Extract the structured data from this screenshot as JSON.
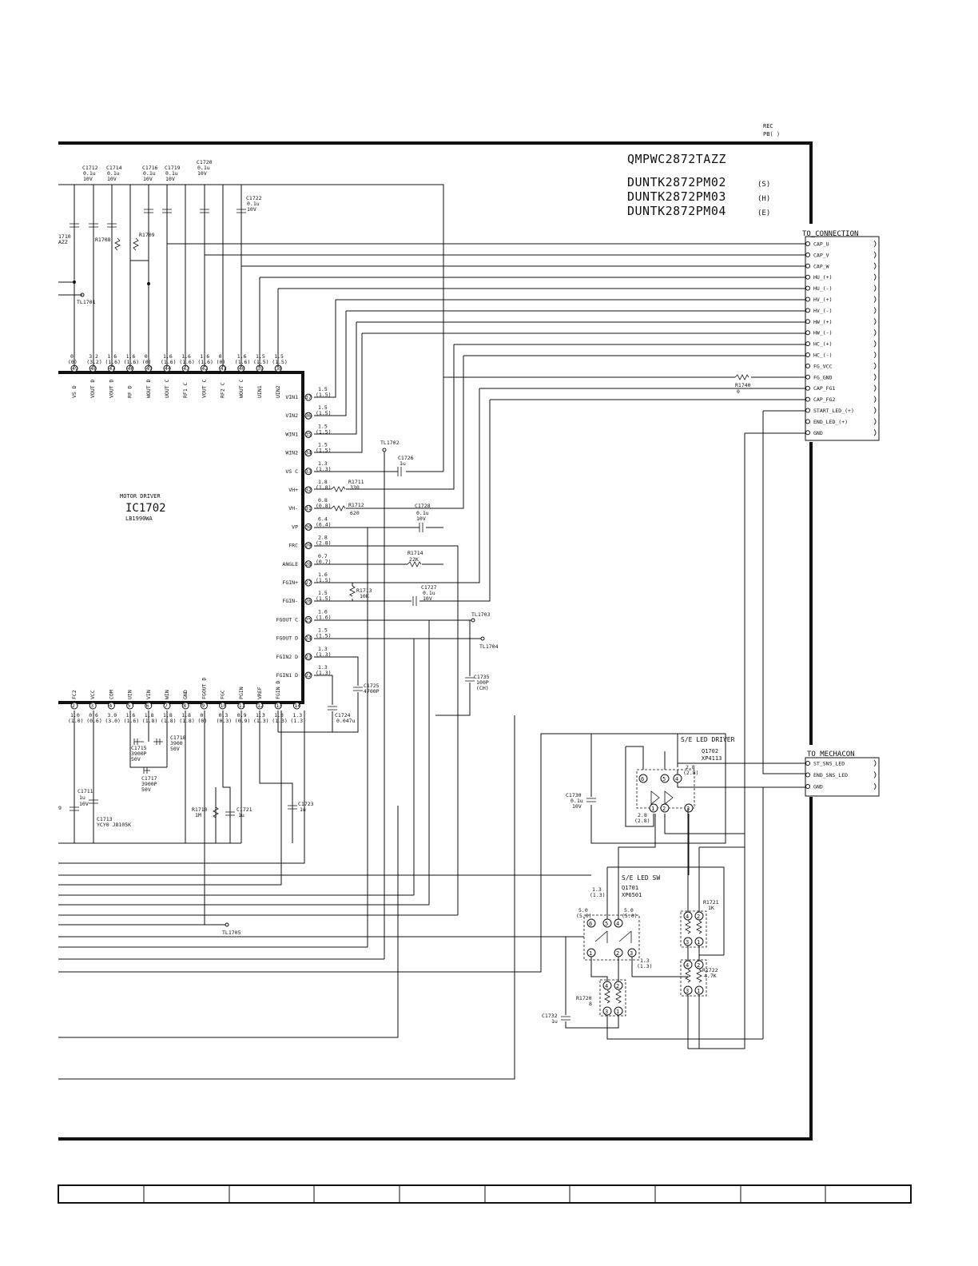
{
  "header": {
    "part_no": "QMPWC2872TAZZ",
    "variants": [
      {
        "code": "DUNTK2872PM02",
        "suffix": "(S)"
      },
      {
        "code": "DUNTK2872PM03",
        "suffix": "(H)"
      },
      {
        "code": "DUNTK2872PM04",
        "suffix": "(E)"
      }
    ],
    "rec_label": "REC",
    "pb_label": "PB( )"
  },
  "ic": {
    "title": "MOTOR DRIVER",
    "ref": "IC1702",
    "part": "LB1990WA",
    "top_pins": [
      {
        "name": "VS D",
        "v": "0",
        "v2": "(0)",
        "n": "49"
      },
      {
        "name": "VOUT D",
        "v": "3.2",
        "v2": "(3.2)",
        "n": "48"
      },
      {
        "name": "VOUT D",
        "v": "1.6",
        "v2": "(1.6)",
        "n": "47"
      },
      {
        "name": "RF D",
        "v": "1.6",
        "v2": "(1.6)",
        "n": "46"
      },
      {
        "name": "WOUT D",
        "v": "0",
        "v2": "(0)",
        "n": "45"
      },
      {
        "name": "UOUT C",
        "v": "1.6",
        "v2": "(1.6)",
        "n": "44"
      },
      {
        "name": "RF1 C",
        "v": "1.6",
        "v2": "(1.6)",
        "n": "43"
      },
      {
        "name": "VOUT C",
        "v": "1.6",
        "v2": "(1.6)",
        "n": "42"
      },
      {
        "name": "RF2 C",
        "v": "0",
        "v2": "(0)",
        "n": "41"
      },
      {
        "name": "WOUT C",
        "v": "1.6",
        "v2": "(1.6)",
        "n": "40"
      },
      {
        "name": "UIN1",
        "v": "1.5",
        "v2": "(1.5)",
        "n": "39"
      },
      {
        "name": "UIN2",
        "v": "1.5",
        "v2": "(1.5)",
        "n": "38"
      }
    ],
    "right_pins": [
      {
        "name": "VIN1",
        "v": "1.5",
        "v2": "(1.5)",
        "n": "37"
      },
      {
        "name": "VIN2",
        "v": "1.5",
        "v2": "(1.5)",
        "n": "36"
      },
      {
        "name": "WIN1",
        "v": "1.5",
        "v2": "(1.5)",
        "n": "35"
      },
      {
        "name": "WIN2",
        "v": "1.5",
        "v2": "(1.5)",
        "n": "34"
      },
      {
        "name": "VS C",
        "v": "1.3",
        "v2": "(1.3)",
        "n": "33"
      },
      {
        "name": "VH+",
        "v": "1.8",
        "v2": "(1.8)",
        "n": "32"
      },
      {
        "name": "VH-",
        "v": "0.8",
        "v2": "(0.8)",
        "n": "31"
      },
      {
        "name": "VP",
        "v": "6.4",
        "v2": "(6.4)",
        "n": "30"
      },
      {
        "name": "FRC",
        "v": "2.8",
        "v2": "(2.8)",
        "n": "29"
      },
      {
        "name": "ANGLE",
        "v": "0.7",
        "v2": "(0.7)",
        "n": "28"
      },
      {
        "name": "FGIN+",
        "v": "1.6",
        "v2": "(1.5)",
        "n": "27"
      },
      {
        "name": "FGIN-",
        "v": "1.5",
        "v2": "(1.5)",
        "n": "26"
      },
      {
        "name": "FGOUT C",
        "v": "1.6",
        "v2": "(1.6)",
        "n": "25"
      },
      {
        "name": "FGOUT D",
        "v": "1.5",
        "v2": "(1.5)",
        "n": "24"
      },
      {
        "name": "FGIN2 D",
        "v": "1.3",
        "v2": "(1.3)",
        "n": "23"
      },
      {
        "name": "FGIN1 D",
        "v": "1.3",
        "v2": "(1.3)",
        "n": "22"
      }
    ],
    "bottom_pins": [
      {
        "name": "FC2",
        "v": "1.0",
        "v2": "(1.0)",
        "n": "2"
      },
      {
        "name": "VCC",
        "v": "0.6",
        "v2": "(0.6)",
        "n": "3"
      },
      {
        "name": "COM",
        "v": "3.0",
        "v2": "(3.0)",
        "n": "4"
      },
      {
        "name": "UIN",
        "v": "1.6",
        "v2": "(1.6)",
        "n": "5"
      },
      {
        "name": "VIN",
        "v": "1.8",
        "v2": "(1.8)",
        "n": "6"
      },
      {
        "name": "WIN",
        "v": "1.8",
        "v2": "(1.8)",
        "n": "7"
      },
      {
        "name": "GND",
        "v": "1.8",
        "v2": "(1.8)",
        "n": "8"
      },
      {
        "name": "FGOUT D",
        "v": "0",
        "v2": "(0)",
        "n": "9"
      },
      {
        "name": "FGC",
        "v": "0.3",
        "v2": "(0.3)",
        "n": "10"
      },
      {
        "name": "PGIN",
        "v": "0.9",
        "v2": "(0.9)",
        "n": "11"
      },
      {
        "name": "VREF",
        "v": "1.3",
        "v2": "(1.3)",
        "n": "12"
      },
      {
        "name": "FGIN D",
        "v": "1.3",
        "v2": "(1.3)",
        "n": "13"
      },
      {
        "name": "",
        "v": "1.3",
        "v2": "(1.3)",
        "n": "14"
      }
    ]
  },
  "connection": {
    "title": "TO_CONNECTION",
    "pins": [
      "CAP_U",
      "CAP_V",
      "CAP_W",
      "HU_(+)",
      "HU_(-)",
      "HV_(+)",
      "HV_(-)",
      "HW_(+)",
      "HW_(-)",
      "HC_(+)",
      "HC_(-)",
      "FG_VCC",
      "FG_GND",
      "CAP_FG1",
      "CAP_FG2",
      "START_LED_(+)",
      "END_LED_(+)",
      "GND"
    ]
  },
  "mechacon": {
    "title": "TO_MECHACON",
    "pins": [
      "ST_SNS_LED",
      "END_SNS_LED",
      "GND"
    ]
  },
  "top_caps": [
    {
      "ref": "C1712",
      "val": "0.1u",
      "volt": "10V"
    },
    {
      "ref": "C1714",
      "val": "0.1u",
      "volt": "10V"
    },
    {
      "ref": "C1716",
      "val": "0.1u",
      "volt": "10V"
    },
    {
      "ref": "C1719",
      "val": "0.1u",
      "volt": "10V"
    },
    {
      "ref": "C1720",
      "val": "0.1u",
      "volt": "10V"
    },
    {
      "ref": "C1722",
      "val": "0.1u",
      "volt": "10V"
    }
  ],
  "left_labels": {
    "r1710": "1710",
    "r1710b": "AZZ",
    "r1708": "R1708",
    "r1709": "R1709",
    "tl1701": "TL1701"
  },
  "mid_parts": {
    "tl1702": "TL1702",
    "c1726": {
      "ref": "C1726",
      "val": "1u"
    },
    "r1711": {
      "ref": "R1711",
      "val": "330"
    },
    "r1712": {
      "ref": "R1712",
      "val": "620"
    },
    "c1728": {
      "ref": "C1728",
      "val": "0.1u",
      "volt": "10V"
    },
    "r1714": {
      "ref": "R1714",
      "val": "22K"
    },
    "r1713": {
      "ref": "R1713",
      "val": "10K"
    },
    "c1727": {
      "ref": "C1727",
      "val": "0.1u",
      "volt": "10V"
    },
    "tl1703": "TL1703",
    "tl1704": "TL1704",
    "c1735": {
      "ref": "C1735",
      "val": "100P",
      "volt": "(CH)"
    },
    "c1725": {
      "ref": "C1725",
      "val": "4700P"
    },
    "c1724": {
      "ref": "C1724",
      "val": "0.047u"
    },
    "r1740": {
      "ref": "R1740",
      "val": "0"
    }
  },
  "lower_parts": {
    "c1715": {
      "ref": "C1715",
      "val": "3900P",
      "volt": "50V"
    },
    "c1718": {
      "ref": "C1718",
      "val": "3900",
      "volt": "50V"
    },
    "c1717": {
      "ref": "C1717",
      "val": "3900P",
      "volt": "50V"
    },
    "c1711": {
      "ref": "C1711",
      "val": "1u",
      "volt": "10V"
    },
    "c1713": {
      "ref": "C1713",
      "val": "YCY0 J8105K"
    },
    "r1710": {
      "ref": "R1710",
      "val": "1M"
    },
    "c1721": {
      "ref": "C1721",
      "val": "1u"
    },
    "c1723": {
      "ref": "C1723",
      "val": "1u"
    },
    "tl1705": "TL1705",
    "tag9": "9"
  },
  "se_driver": {
    "title": "S/E LED DRIVER",
    "ref": "Q1702",
    "part": "XP4113",
    "v_top": "2.8",
    "v_top2": "(2.8)",
    "v_bot": "2.8",
    "v_bot2": "(2.8)",
    "pins": [
      "6",
      "5",
      "4",
      "1",
      "2",
      "3"
    ]
  },
  "se_sw": {
    "title": "S/E LED SW",
    "ref": "Q1701",
    "part": "XP6501",
    "v1": "1.3",
    "v1b": "(1.3)",
    "v6": "5.0",
    "v6b": "(5.0)",
    "v4": "5.0",
    "v4b": "(5.0)",
    "v3": "1.3",
    "v3b": "(1.3)",
    "pins": [
      "6",
      "5",
      "4",
      "1",
      "2",
      "3"
    ]
  },
  "se_parts": {
    "c1730": {
      "ref": "C1730",
      "val": "0.1u",
      "volt": "10V"
    },
    "r1721": {
      "ref": "R1721",
      "val": "1K"
    },
    "r1722": {
      "ref": "R1722",
      "val": "4.7K"
    },
    "r1720": {
      "ref": "R1720",
      "val": "8"
    },
    "c1732": {
      "ref": "C1732",
      "val": "1u"
    },
    "pin_nums": [
      "1",
      "2",
      "3",
      "4"
    ]
  }
}
